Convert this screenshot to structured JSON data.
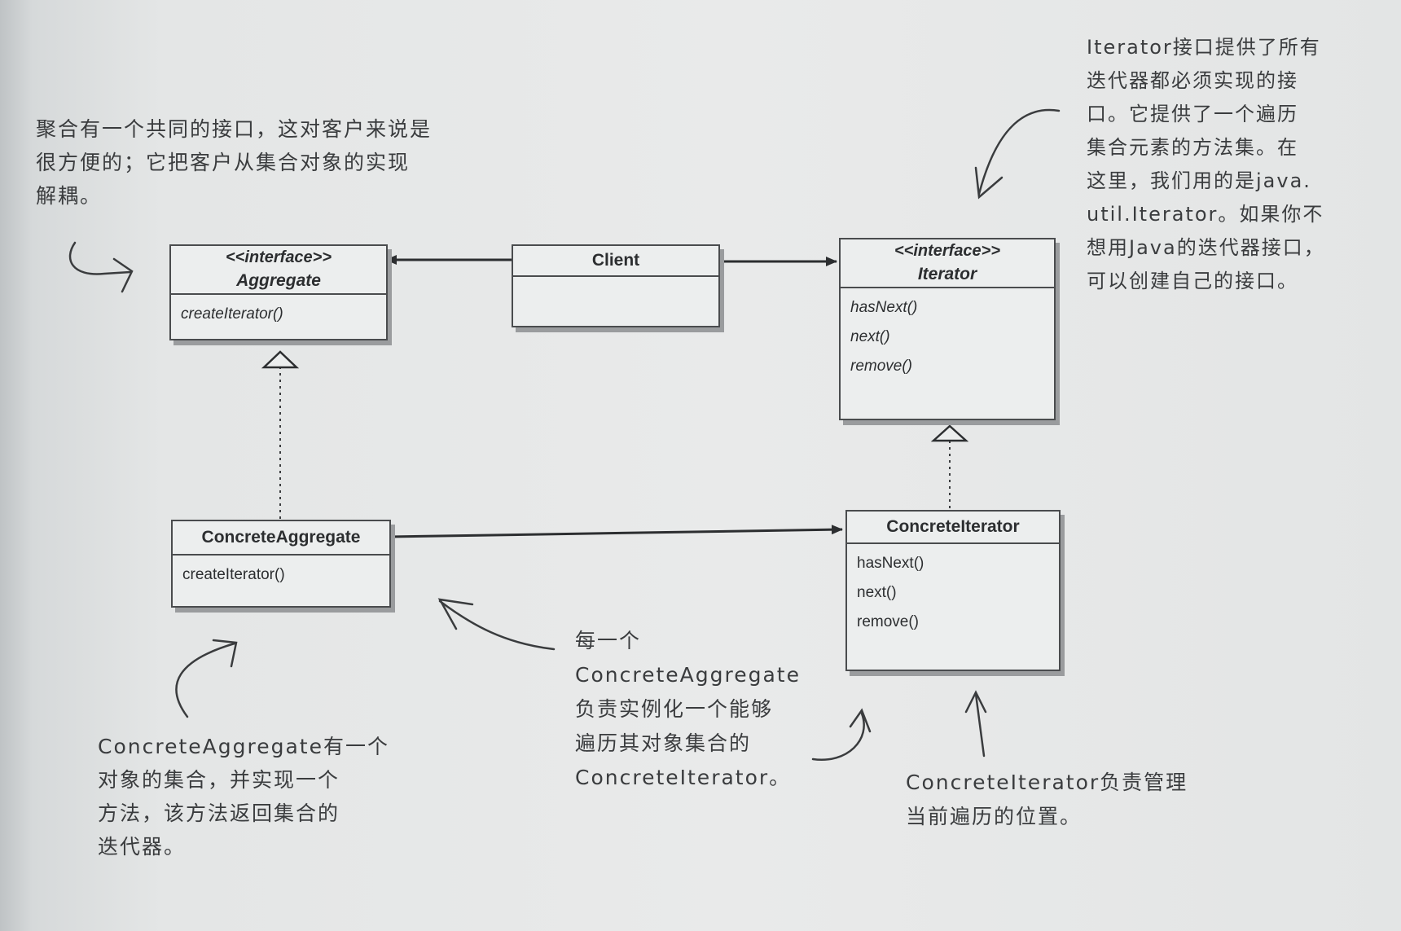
{
  "classes": {
    "aggregate": {
      "stereotype": "<<interface>>",
      "name": "Aggregate",
      "methods": [
        "createIterator()"
      ]
    },
    "client": {
      "name": "Client"
    },
    "iterator": {
      "stereotype": "<<interface>>",
      "name": "Iterator",
      "methods": [
        "hasNext()",
        "next()",
        "remove()"
      ]
    },
    "concrete_aggregate": {
      "name": "ConcreteAggregate",
      "methods": [
        "createIterator()"
      ]
    },
    "concrete_iterator": {
      "name": "ConcreteIterator",
      "methods": [
        "hasNext()",
        "next()",
        "remove()"
      ]
    }
  },
  "notes": {
    "aggregate_note": [
      "聚合有一个共同的接口，这对客户来说是",
      "很方便的；它把客户从集合对象的实现",
      "解耦。"
    ],
    "iterator_note": [
      "Iterator接口提供了所有",
      "迭代器都必须实现的接",
      "口。它提供了一个遍历",
      "集合元素的方法集。在",
      "这里，我们用的是java.",
      "util.Iterator。如果你不",
      "想用Java的迭代器接口，",
      "可以创建自己的接口。"
    ],
    "concrete_aggregate_note": [
      "ConcreteAggregate有一个",
      "对象的集合，并实现一个",
      "方法，该方法返回集合的",
      "迭代器。"
    ],
    "middle_note": [
      "每一个",
      "ConcreteAggregate",
      "负责实例化一个能够",
      "遍历其对象集合的",
      "ConcreteIterator。"
    ],
    "concrete_iterator_note": [
      "ConcreteIterator负责管理",
      "当前遍历的位置。"
    ]
  }
}
